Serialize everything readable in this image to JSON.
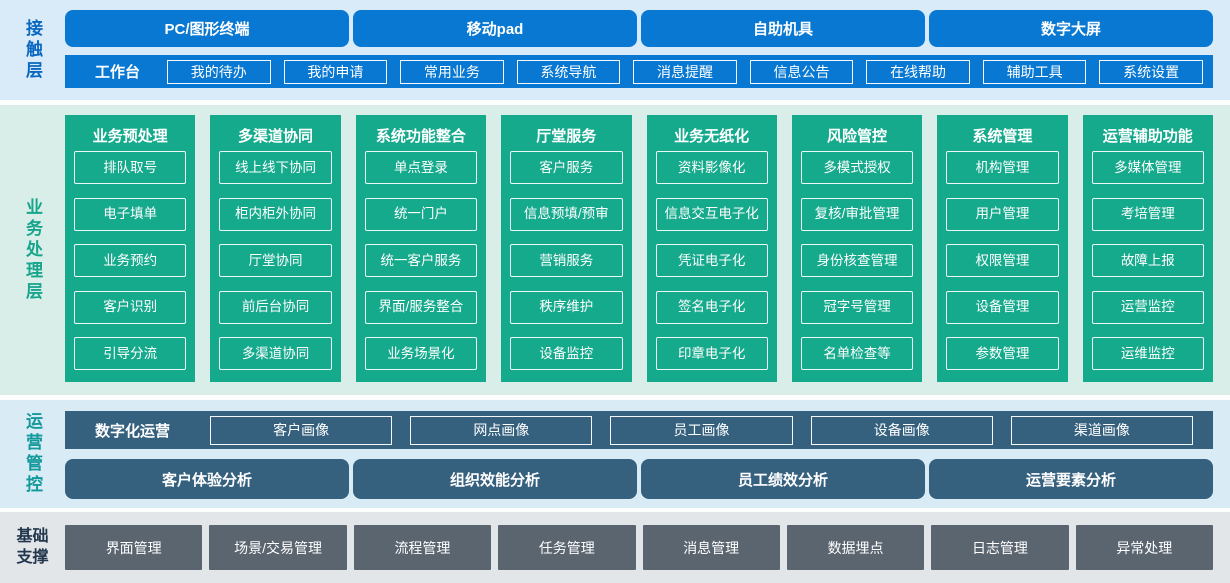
{
  "colors": {
    "primary_blue": "#0878d2",
    "contact_bg": "#d9eaf8",
    "contact_label": "#0a68c0",
    "green": "#16aa8d",
    "business_bg": "#d9eee8",
    "business_label": "#17a58b",
    "slate_blue": "#35617f",
    "ops_bg": "#d9ecf6",
    "ops_label": "#13999b",
    "base_bg": "#e3e6e9",
    "base_button": "#5b6570",
    "base_label": "#22374d",
    "white_text": "#ffffff"
  },
  "layers": {
    "contact": {
      "label": "接触层",
      "channels": [
        "PC/图形终端",
        "移动pad",
        "自助机具",
        "数字大屏"
      ],
      "workbench": {
        "label": "工作台",
        "items": [
          "我的待办",
          "我的申请",
          "常用业务",
          "系统导航",
          "消息提醒",
          "信息公告",
          "在线帮助",
          "辅助工具",
          "系统设置"
        ]
      }
    },
    "business": {
      "label": "业务处理层",
      "columns": [
        {
          "title": "业务预处理",
          "items": [
            "排队取号",
            "电子填单",
            "业务预约",
            "客户识别",
            "引导分流"
          ]
        },
        {
          "title": "多渠道协同",
          "items": [
            "线上线下协同",
            "柜内柜外协同",
            "厅堂协同",
            "前后台协同",
            "多渠道协同"
          ]
        },
        {
          "title": "系统功能整合",
          "items": [
            "单点登录",
            "统一门户",
            "统一客户服务",
            "界面/服务整合",
            "业务场景化"
          ]
        },
        {
          "title": "厅堂服务",
          "items": [
            "客户服务",
            "信息预填/预审",
            "营销服务",
            "秩序维护",
            "设备监控"
          ]
        },
        {
          "title": "业务无纸化",
          "items": [
            "资料影像化",
            "信息交互电子化",
            "凭证电子化",
            "签名电子化",
            "印章电子化"
          ]
        },
        {
          "title": "风险管控",
          "items": [
            "多模式授权",
            "复核/审批管理",
            "身份核查管理",
            "冠字号管理",
            "名单检查等"
          ]
        },
        {
          "title": "系统管理",
          "items": [
            "机构管理",
            "用户管理",
            "权限管理",
            "设备管理",
            "参数管理"
          ]
        },
        {
          "title": "运营辅助功能",
          "items": [
            "多媒体管理",
            "考培管理",
            "故障上报",
            "运营监控",
            "运维监控"
          ]
        }
      ]
    },
    "operations": {
      "label": "运营管控",
      "digital": {
        "label": "数字化运营",
        "items": [
          "客户画像",
          "网点画像",
          "员工画像",
          "设备画像",
          "渠道画像"
        ]
      },
      "analysis": [
        "客户体验分析",
        "组织效能分析",
        "员工绩效分析",
        "运营要素分析"
      ]
    },
    "foundation": {
      "label": "基础支撑",
      "items": [
        "界面管理",
        "场景/交易管理",
        "流程管理",
        "任务管理",
        "消息管理",
        "数据埋点",
        "日志管理",
        "异常处理"
      ]
    }
  }
}
